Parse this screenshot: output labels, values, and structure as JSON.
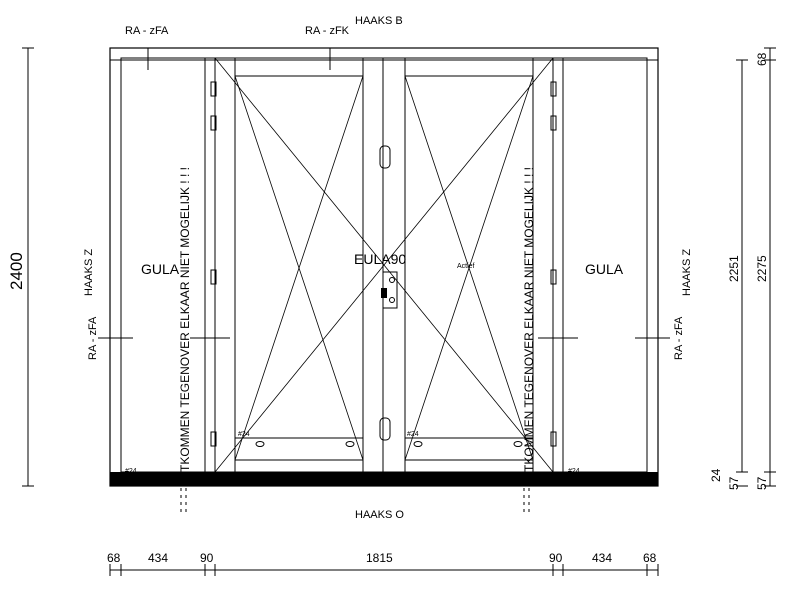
{
  "labels": {
    "haaks_top": "HAAKS B",
    "haaks_bottom": "HAAKS O",
    "haaks_left": "HAAKS Z",
    "haaks_right": "HAAKS Z",
    "ra_zfa_top": "RA - zFA",
    "ra_zfk_top": "RA - zFK",
    "ra_zfa_left": "RA - zFA",
    "ra_zfa_right": "RA - zFA",
    "gula_left": "GULA",
    "gula_right": "GULA",
    "center_type": "EULA90",
    "actief": "Actief",
    "warning_left": "UITKOMMEN TEGENOVER ELKAAR NIET MOGELIJK ! ! !",
    "warning_right": "UITKOMMEN TEGENOVER ELKAAR NIET MOGELIJK ! ! !",
    "tag_24": "#24"
  },
  "dimensions": {
    "overall_height": "2400",
    "bottom": [
      "68",
      "434",
      "90",
      "1815",
      "90",
      "434",
      "68"
    ],
    "right_top": "68",
    "right_inner": "2251",
    "right_outer": "2275",
    "right_24": "24",
    "right_57a": "57",
    "right_57b": "57"
  },
  "colors": {
    "line": "#000000",
    "background": "#ffffff",
    "sill": "#000000"
  }
}
